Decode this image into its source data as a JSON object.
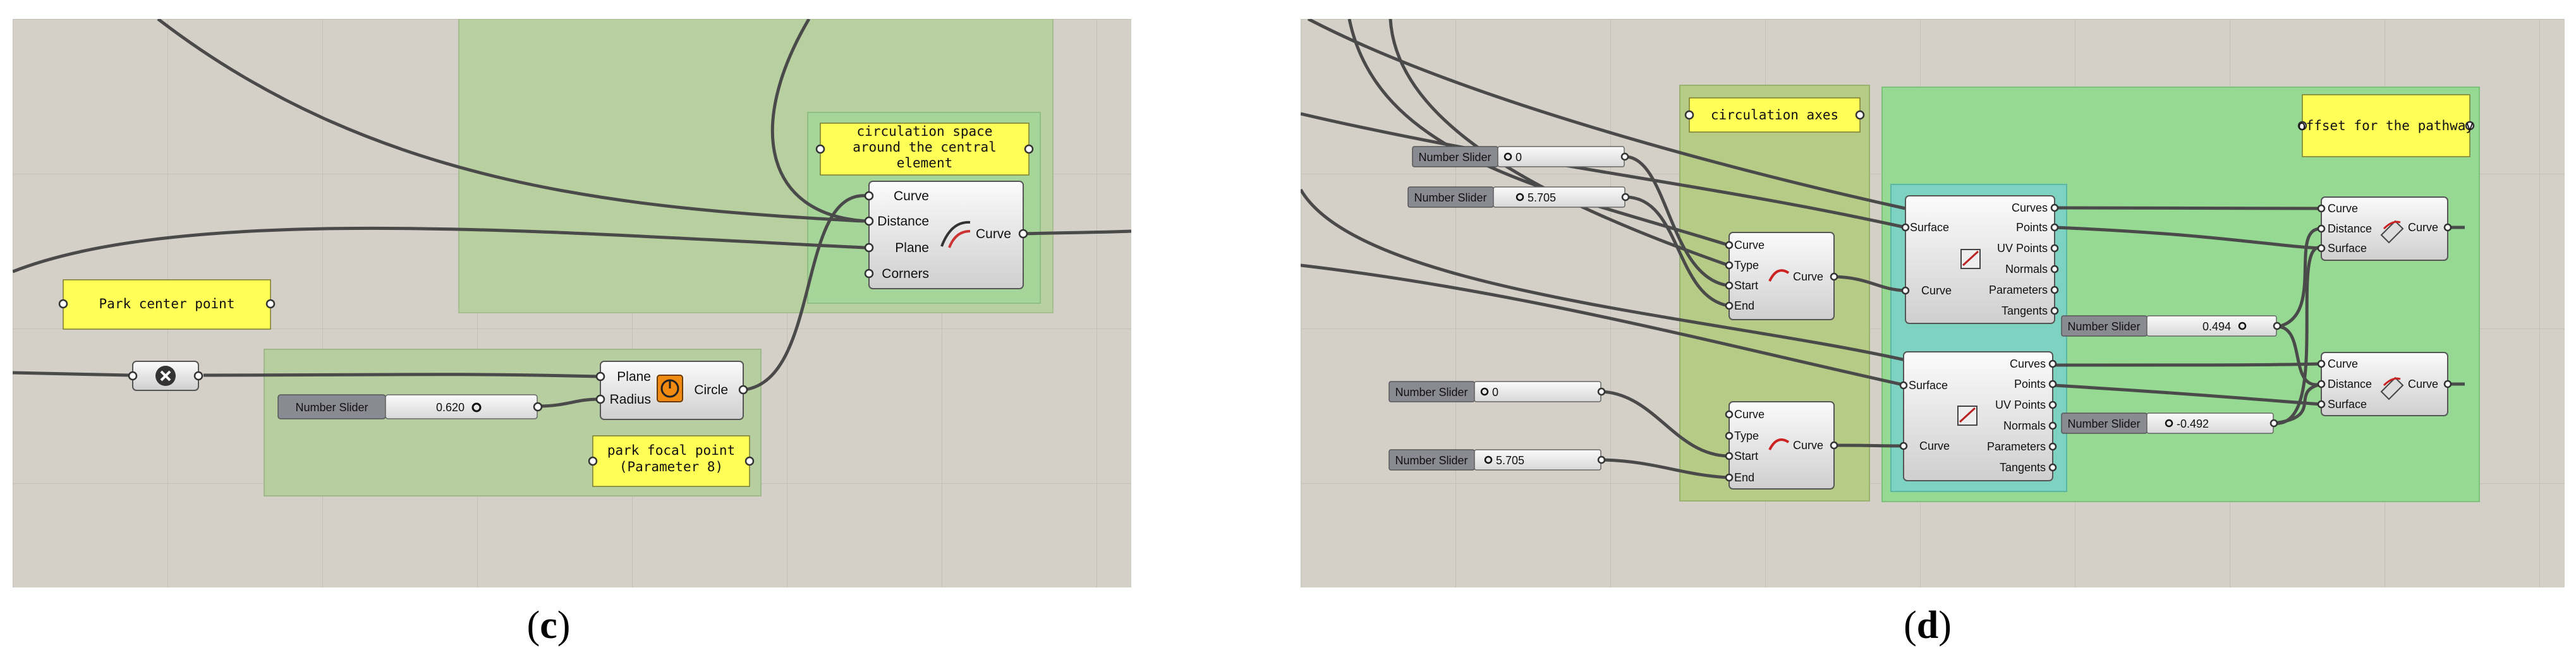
{
  "captions": {
    "left": "c",
    "right": "d"
  },
  "panel_c": {
    "notes": {
      "circulation": [
        "circulation space",
        "around the central",
        "element"
      ],
      "park_center": "Park center point",
      "focal": [
        "park focal point",
        "(Parameter 8)"
      ]
    },
    "offset_node": {
      "inputs": [
        "Curve",
        "Distance",
        "Plane",
        "Corners"
      ],
      "output": "Curve"
    },
    "circle_node": {
      "inputs": [
        "Plane",
        "Radius"
      ],
      "output": "Circle"
    },
    "slider": {
      "name": "Number Slider",
      "value": "0.620"
    }
  },
  "panel_d": {
    "notes": {
      "axes": "circulation axes",
      "offset": "offset for the pathway"
    },
    "sliders": [
      {
        "name": "Number Slider",
        "value": "0"
      },
      {
        "name": "Number Slider",
        "value": "5.705"
      },
      {
        "name": "Number Slider",
        "value": "0"
      },
      {
        "name": "Number Slider",
        "value": "5.705"
      },
      {
        "name": "Number Slider",
        "value": "0.494"
      },
      {
        "name": "Number Slider",
        "value": "-0.492"
      }
    ],
    "curve_node": {
      "inputs": [
        "Curve",
        "Type",
        "Start",
        "End"
      ],
      "output": "Curve"
    },
    "divide_node": {
      "inputs": [
        "Surface",
        "Curve"
      ],
      "outputs": [
        "Curves",
        "Points",
        "UV Points",
        "Normals",
        "Parameters",
        "Tangents"
      ]
    },
    "offset_surface_node": {
      "inputs": [
        "Curve",
        "Distance",
        "Surface"
      ],
      "output": "Curve"
    }
  },
  "colors": {
    "canvas": "#d4d0c8",
    "grid": "#c2beb6",
    "group_green": "#9fd68f",
    "group_olive": "#b7cc8a",
    "group_teal": "#7fd3c0",
    "note_yellow": "#ffff58"
  }
}
